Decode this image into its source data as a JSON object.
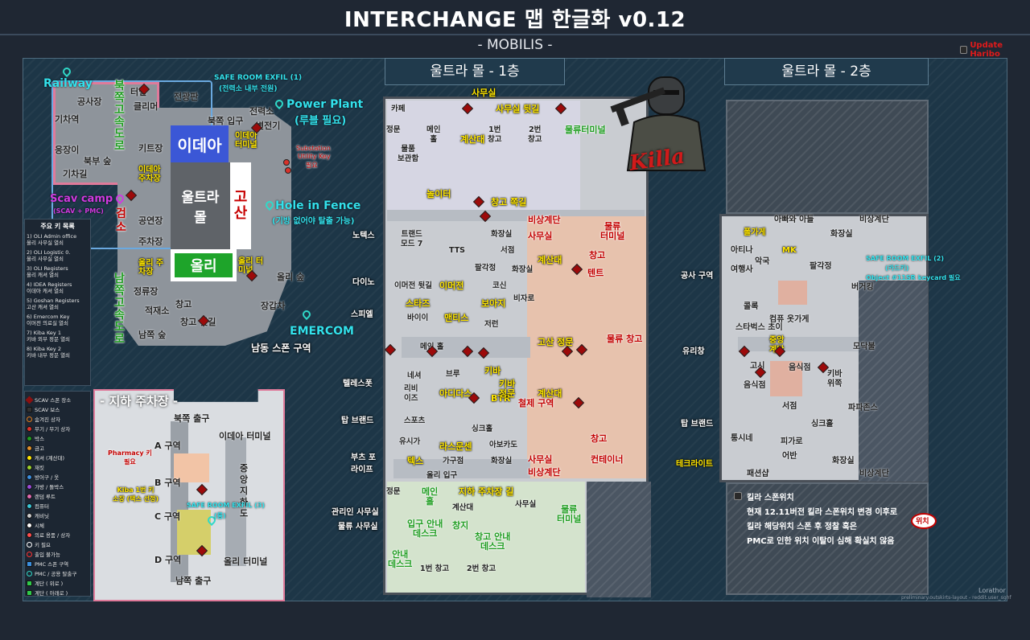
{
  "header": {
    "title": "INTERCHANGE 맵 한글화 v0.12",
    "subtitle": "- MOBILIS -",
    "update_label": "Update Haribo"
  },
  "panels": {
    "floor1_title": "울트라 몰 - 1층",
    "floor2_title": "울트라 몰 - 2층"
  },
  "overview": {
    "railway": "Railway",
    "power_plant": "Power Plant",
    "power_plant_note": "(루블 필요)",
    "safe_room_1": "SAFE ROOM EXFIL (1)",
    "safe_room_1_note": "(전력소 내부 전원)",
    "hole_in_fence": "Hole in Fence",
    "hole_note": "(기방 없어야 탈출 가능)",
    "scav_camp": "Scav camp",
    "scav_camp_note": "(SCAV + PMC)",
    "emercom": "EMERCOM",
    "south_spawn": "남동 스폰 구역",
    "substation": "Substation",
    "substation_key": "Utility Key",
    "substation_need": "필요",
    "ultra_mall": "울트라\n몰",
    "idea": "이데아",
    "goshan": "고\n산",
    "oli": "올리",
    "north_highway": "북\n쪽\n고\n속\n도\n로",
    "south_highway": "남\n쪽\n고\n속\n도\n로",
    "forest": "검\n소",
    "labels": [
      "공사장",
      "터널",
      "클리머",
      "전광판",
      "기차역",
      "응장이",
      "북부 숲",
      "기차길",
      "키트장",
      "이데아 주차장",
      "북쪽 입구",
      "전력소",
      "변전기",
      "이데아 터미널",
      "공연장",
      "주차장",
      "올리 주차장",
      "올리 터미널",
      "올리 숲",
      "장갑차",
      "정류장",
      "적재소",
      "창고",
      "창고 뒷길",
      "남쪽 숲"
    ]
  },
  "parking": {
    "title": "- 지하 주차장 -",
    "labels": [
      "북쪽 출구",
      "이데아 터미널",
      "A 구역",
      "B 구역",
      "C 구역",
      "D 구역",
      "남쪽 출구",
      "올리 터미널",
      "중앙 지하도"
    ],
    "pharmacy": "Pharmacy 키\n필요",
    "kiba_key": "Kiba 1번 키\n소장 (택스 선정)",
    "safe_room_3": "SAFE ROOM EXFIL (3)",
    "safe_room_3_note": "(룸)"
  },
  "floor1": {
    "outside_labels": [
      "노텍스",
      "다이노",
      "스피엘",
      "텔레스폿",
      "탑 브랜드",
      "부츠 포\n라이프",
      "관리인 사무실",
      "물류 사무실"
    ],
    "shops": [
      "카페",
      "정문",
      "물품\n보관함",
      "메인\n홀",
      "계산대",
      "1번\n창고",
      "2번\n창고",
      "물류터미널",
      "놀이터",
      "창고 쪽길",
      "사무실",
      "사무실 뒷길",
      "트랜드\n모드 7",
      "TTS",
      "화장실",
      "서점",
      "비상계단",
      "사무실",
      "물류\n터미널",
      "팔각정",
      "화장실",
      "계산대",
      "창고",
      "텐트",
      "이머전 뒷길",
      "이머전",
      "코신",
      "비자로",
      "스타즈",
      "보아지",
      "바이이",
      "맨티스",
      "저런",
      "메인 홀",
      "고산 정문",
      "물류 창고",
      "네셔",
      "브루",
      "키바",
      "리비\n이즈",
      "아디다스",
      "BTR",
      "키바\n정문",
      "계산대",
      "철제 구역",
      "스포츠",
      "싱크홀",
      "유시가",
      "라스문센",
      "아보카도",
      "텍스",
      "가구점",
      "화장실",
      "사무실",
      "비상계단",
      "창고",
      "컨테이너",
      "올리 입구",
      "정문",
      "메인\n홀",
      "지하 주차장 길",
      "사무실",
      "입구 안내\n데스크",
      "계산대",
      "창고 안내\n데스크",
      "창지",
      "안내\n데스크",
      "1번 창고",
      "2번 창고",
      "물류\n터미널"
    ]
  },
  "floor2": {
    "outside_labels": [
      "공사 구역",
      "유리창",
      "탑 브랜드",
      "테크라이트"
    ],
    "labels": [
      "아빠와 아들",
      "비상계단",
      "폴가게",
      "화장실",
      "MK",
      "아티나",
      "악국",
      "팔각정",
      "여행사",
      "SAFE ROOM EXFIL (2)",
      "(카드키)",
      "Object #11SR keycard 필요",
      "버거킹",
      "콜록",
      "컴퓨 옷가게",
      "스타벅스 초이",
      "중앙\n계단",
      "모닥불",
      "고시",
      "음식점",
      "키바\n위쪽",
      "음식점",
      "서점",
      "파파존스",
      "싱크홀",
      "통시네",
      "피가로",
      "어반",
      "패션샵",
      "화장실",
      "비상계단"
    ]
  },
  "killa": {
    "line1": "킬라 스폰위치",
    "line2": "현재 12.11버전 킬라 스폰위치 변경 이후로",
    "line3": "킬라 해당위치 스폰 후 정찰 혹은",
    "line4": "PMC로 인한 위치 이탈이 심해 확실치 않음",
    "tag": "Killa",
    "bubble": "위치"
  },
  "legend": {
    "title": "주요 키 목록",
    "keys": [
      "1) OLI Admin office\n올리 사무실 열쇠",
      "2) OLI Logistic 0.\n올리 사무실 열쇠",
      "3) OLI Registers\n올리 캐셔 열쇠",
      "4) IDEA Registers\n이데아 캐셔 열쇠",
      "5) Goshan Registers\n고산 캐셔 열쇠",
      "6) Emercom Key\n이머전 의료실 열쇠",
      "7) Kiba Key 1\n키바 외부 정문 열쇠",
      "8) Kiba Key 2\n키바 내부 정문 열쇠"
    ],
    "markers": [
      {
        "label": "SCAV 스폰 장소",
        "color": "#8b1010",
        "shape": "diamond"
      },
      {
        "label": "SCAV 보스",
        "color": "#333333",
        "shape": "square"
      },
      {
        "label": "숨겨진 상자",
        "color": "#e07a1a",
        "shape": "x"
      },
      {
        "label": "무기 / 무기 상자",
        "color": "#d8322a",
        "shape": "dot"
      },
      {
        "label": "박스",
        "color": "#1f9d21",
        "shape": "dot"
      },
      {
        "label": "금고",
        "color": "#e0912a",
        "shape": "dot"
      },
      {
        "label": "캐셔 (계산대)",
        "color": "#ffe600",
        "shape": "dot"
      },
      {
        "label": "재킷",
        "color": "#9bd12a",
        "shape": "dot"
      },
      {
        "label": "방어구 / 옷",
        "color": "#3a8fe0",
        "shape": "dot"
      },
      {
        "label": "가방 / 돌박스",
        "color": "#9a4ad8",
        "shape": "dot"
      },
      {
        "label": "랜덤 루트",
        "color": "#e06ab0",
        "shape": "dot"
      },
      {
        "label": "컴퓨터",
        "color": "#39c6d6",
        "shape": "dot"
      },
      {
        "label": "캐비닛",
        "color": "#cccccc",
        "shape": "dot"
      },
      {
        "label": "시체",
        "color": "#ffffff",
        "shape": "dot"
      },
      {
        "label": "의료 용품 / 상자",
        "color": "#ff4d4d",
        "shape": "dot"
      },
      {
        "label": "키 필요",
        "color": "#ffffff",
        "shape": "key"
      },
      {
        "label": "출입 불가능",
        "color": "#ff3333",
        "shape": "x"
      },
      {
        "label": "PMC 스폰 구역",
        "color": "#3a8fe0",
        "shape": "square"
      },
      {
        "label": "PMC / 공용 탈출구",
        "color": "#2fd9c8",
        "shape": "pin"
      },
      {
        "label": "계단 ( 위로 )",
        "color": "#2fc94a",
        "shape": "square"
      },
      {
        "label": "계단 ( 아래로 )",
        "color": "#2fc94a",
        "shape": "square"
      }
    ]
  },
  "credits": {
    "author": "Lorathor",
    "source": "preliminary.outskirts-layout - reddit.user_sghf"
  }
}
